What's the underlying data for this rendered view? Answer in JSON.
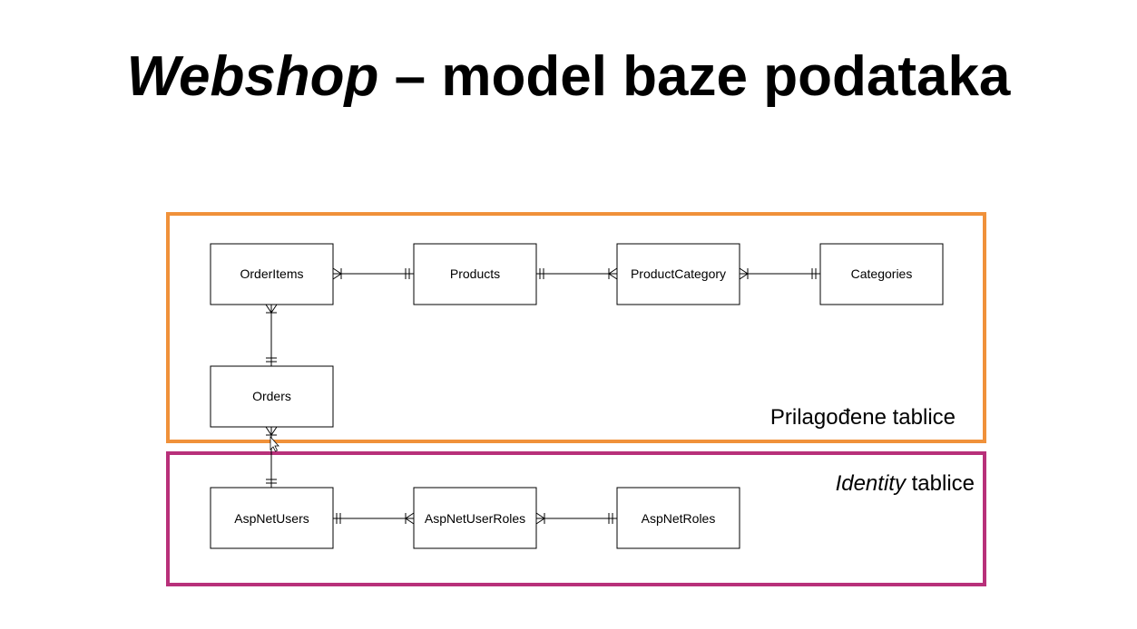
{
  "slide": {
    "title_italic": "Webshop",
    "title_rest": " – model baze podataka"
  },
  "groups": {
    "custom": {
      "label": "Prilagođene tablice",
      "color": "#f0913a"
    },
    "identity": {
      "label_italic": "Identity",
      "label_rest": " tablice",
      "color": "#b8307a"
    }
  },
  "entities": {
    "order_items": "OrderItems",
    "products": "Products",
    "product_category": "ProductCategory",
    "categories": "Categories",
    "orders": "Orders",
    "asp_net_users": "AspNetUsers",
    "asp_net_user_roles": "AspNetUserRoles",
    "asp_net_roles": "AspNetRoles"
  },
  "relationships": [
    {
      "from": "OrderItems",
      "to": "Products",
      "from_end": "many",
      "to_end": "one"
    },
    {
      "from": "Products",
      "to": "ProductCategory",
      "from_end": "one",
      "to_end": "many"
    },
    {
      "from": "ProductCategory",
      "to": "Categories",
      "from_end": "many",
      "to_end": "one"
    },
    {
      "from": "OrderItems",
      "to": "Orders",
      "from_end": "many",
      "to_end": "one"
    },
    {
      "from": "Orders",
      "to": "AspNetUsers",
      "from_end": "many",
      "to_end": "one"
    },
    {
      "from": "AspNetUsers",
      "to": "AspNetUserRoles",
      "from_end": "one",
      "to_end": "many"
    },
    {
      "from": "AspNetUserRoles",
      "to": "AspNetRoles",
      "from_end": "many",
      "to_end": "one"
    }
  ]
}
